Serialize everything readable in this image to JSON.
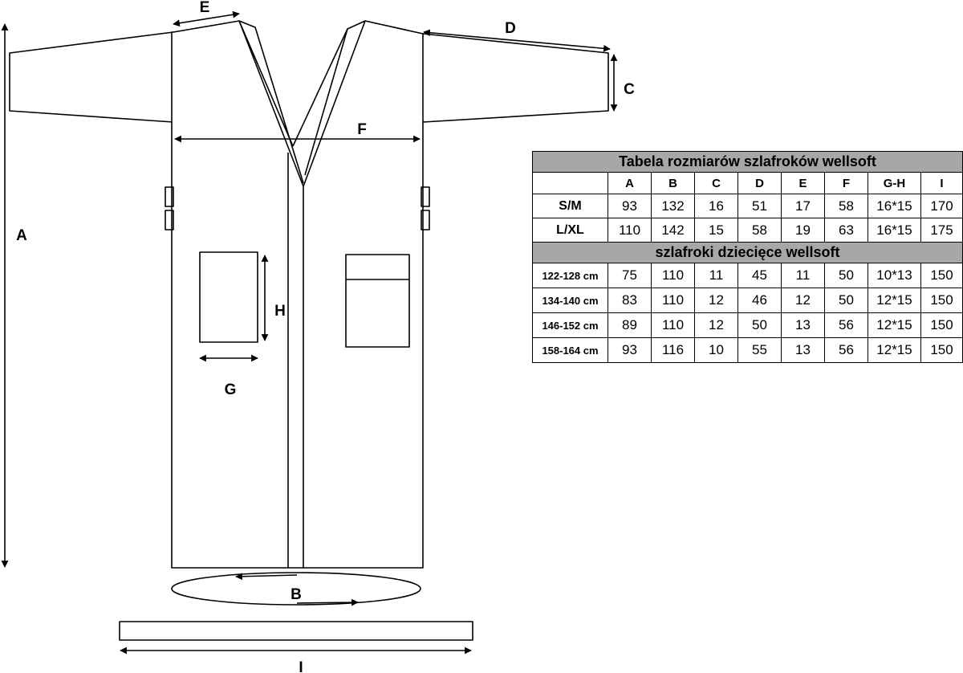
{
  "dimension_labels": {
    "a": "A",
    "b": "B",
    "c": "C",
    "d": "D",
    "e": "E",
    "f": "F",
    "g": "G",
    "h": "H",
    "i": "I"
  },
  "size_table": {
    "title": "Tabela rozmiarów szlafroków wellsoft",
    "columns": [
      "A",
      "B",
      "C",
      "D",
      "E",
      "F",
      "G-H",
      "I"
    ],
    "adult_rows": [
      {
        "size": "S/M",
        "values": [
          "93",
          "132",
          "16",
          "51",
          "17",
          "58",
          "16*15",
          "170"
        ]
      },
      {
        "size": "L/XL",
        "values": [
          "110",
          "142",
          "15",
          "58",
          "19",
          "63",
          "16*15",
          "175"
        ]
      }
    ],
    "kids_title": "szlafroki dziecięce wellsoft",
    "kids_rows": [
      {
        "size": "122-128 cm",
        "values": [
          "75",
          "110",
          "11",
          "45",
          "11",
          "50",
          "10*13",
          "150"
        ]
      },
      {
        "size": "134-140 cm",
        "values": [
          "83",
          "110",
          "12",
          "46",
          "12",
          "50",
          "12*15",
          "150"
        ]
      },
      {
        "size": "146-152 cm",
        "values": [
          "89",
          "110",
          "12",
          "50",
          "13",
          "56",
          "12*15",
          "150"
        ]
      },
      {
        "size": "158-164 cm",
        "values": [
          "93",
          "116",
          "10",
          "55",
          "13",
          "56",
          "12*15",
          "150"
        ]
      }
    ]
  }
}
